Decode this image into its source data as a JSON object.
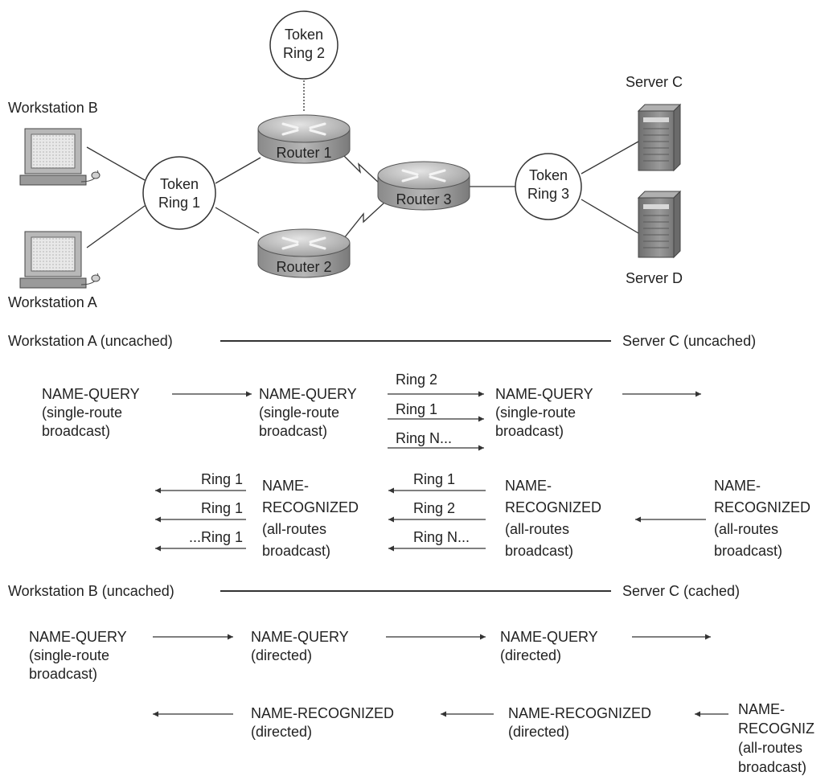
{
  "colors": {
    "line": "#333333",
    "router_light": "#d8d8d8",
    "router_mid": "#a8a8a8",
    "router_dark": "#7c7c7c",
    "server_body": "#8c8c8c",
    "monitor_frame": "#b8b8b8",
    "screen": "#e6e6e6"
  },
  "topology": {
    "workstation_b": "Workstation B",
    "workstation_a": "Workstation A",
    "server_c": "Server C",
    "server_d": "Server D",
    "router_1": "Router 1",
    "router_2": "Router 2",
    "router_3": "Router 3",
    "ring_1": [
      "Token",
      "Ring 1"
    ],
    "ring_2": [
      "Token",
      "Ring 2"
    ],
    "ring_3": [
      "Token",
      "Ring 3"
    ]
  },
  "scenario_1": {
    "left": "Workstation A (uncached)",
    "right": "Server C (uncached)",
    "query_1": [
      "NAME-QUERY",
      "(single-route",
      "broadcast)"
    ],
    "query_2": [
      "NAME-QUERY",
      "(single-route",
      "broadcast)"
    ],
    "query_3": [
      "NAME-QUERY",
      "(single-route",
      "broadcast)"
    ],
    "query_arrows": [
      "Ring 2",
      "Ring 1",
      "Ring N..."
    ],
    "recog_1": [
      "NAME-",
      "RECOGNIZED",
      "(all-routes",
      "broadcast)"
    ],
    "recog_2": [
      "NAME-",
      "RECOGNIZED",
      "(all-routes",
      "broadcast)"
    ],
    "recog_3": [
      "NAME-",
      "RECOGNIZED",
      "(all-routes",
      "broadcast)"
    ],
    "recog_arrows_mid": [
      "Ring 1",
      "Ring 2",
      "Ring N..."
    ],
    "recog_arrows_left": [
      "Ring 1",
      "Ring 1",
      "...Ring 1"
    ]
  },
  "scenario_2": {
    "left": "Workstation B (uncached)",
    "right": "Server C (cached)",
    "query_1": [
      "NAME-QUERY",
      "(single-route",
      "broadcast)"
    ],
    "query_2": [
      "NAME-QUERY",
      "(directed)"
    ],
    "query_3": [
      "NAME-QUERY",
      "(directed)"
    ],
    "recog_1": [
      "NAME-RECOGNIZED",
      "(directed)"
    ],
    "recog_2": [
      "NAME-RECOGNIZED",
      "(directed)"
    ],
    "recog_3": [
      "NAME-",
      "RECOGNIZ",
      "(all-routes",
      "broadcast)"
    ]
  }
}
